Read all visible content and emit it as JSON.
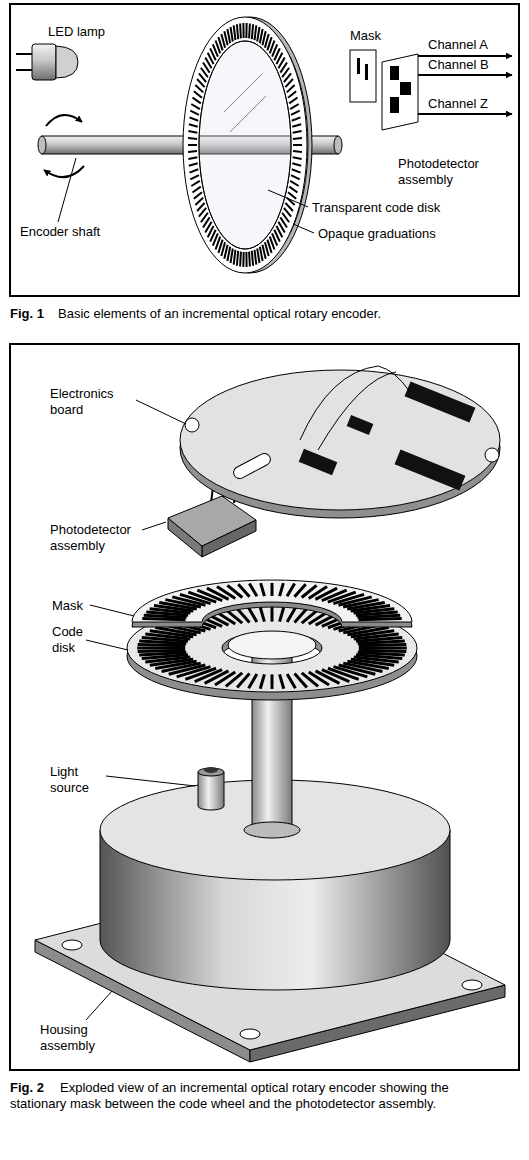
{
  "diagram": {
    "labels": [
      "LED lamp",
      "Mask",
      "Channel A",
      "Channel B",
      "Channel Z",
      "Photodetector assembly",
      "Encoder shaft",
      "Transparent code disk",
      "Opaque graduations",
      "Fig. 1",
      "Basic elements of an incremental optical rotary encoder.",
      "Electronics board",
      "Photodetector assembly",
      "Mask",
      "Code disk",
      "Light source",
      "Housing assembly",
      "Fig. 2",
      "Exploded view of an incremental optical rotary encoder showing the stationary mask between the code wheel and the photodetector assembly."
    ]
  }
}
